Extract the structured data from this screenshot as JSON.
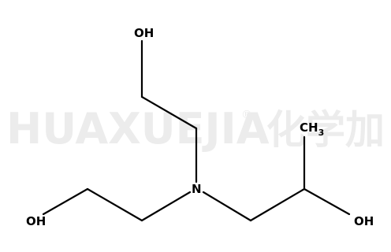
{
  "watermark": {
    "brand": "HUAXUEJIA",
    "registered_mark": "®",
    "chinese": "化学加"
  },
  "molecule": {
    "atoms": {
      "oh_top": "OH",
      "oh_left": "OH",
      "oh_right": "OH",
      "nitrogen": "N",
      "methyl_main": "CH",
      "methyl_sub": "3"
    }
  }
}
